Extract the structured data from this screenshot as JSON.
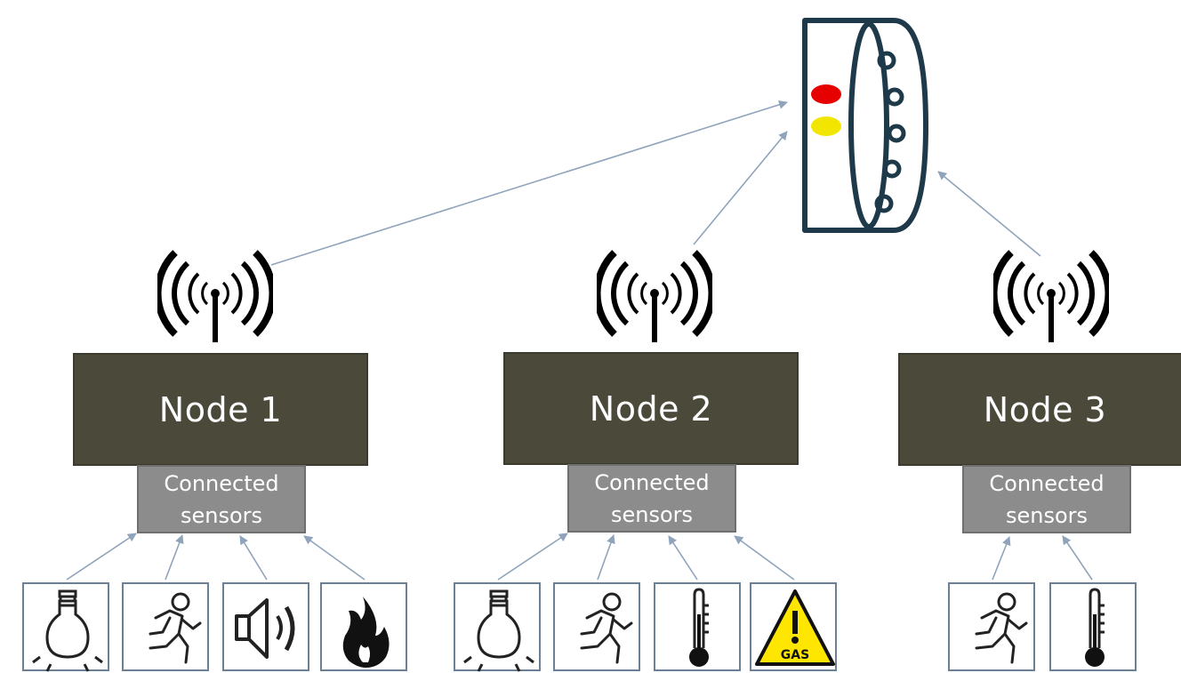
{
  "gateway": {
    "icon": "wristband-gateway-icon",
    "leds": [
      "#e60000",
      "#f2e600"
    ]
  },
  "nodes": [
    {
      "title": "Node 1",
      "sensor_label_line1": "Connected",
      "sensor_label_line2": "sensors",
      "sensors": [
        "lightbulb-icon",
        "running-person-icon",
        "speaker-icon",
        "flame-icon"
      ]
    },
    {
      "title": "Node 2",
      "sensor_label_line1": "Connected",
      "sensor_label_line2": "sensors",
      "sensors": [
        "lightbulb-icon",
        "running-person-icon",
        "thermometer-icon",
        "gas-warning-icon"
      ]
    },
    {
      "title": "Node 3",
      "sensor_label_line1": "Connected",
      "sensor_label_line2": "sensors",
      "sensors": [
        "running-person-icon",
        "thermometer-icon"
      ]
    }
  ],
  "gas_sign_text": "GAS",
  "colors": {
    "node_fill": "#4b4a3a",
    "sensor_fill": "#8c8c8c",
    "arrow": "#8fa4bb",
    "outline": "#1e3a4a",
    "warning_yellow": "#ffe600"
  }
}
